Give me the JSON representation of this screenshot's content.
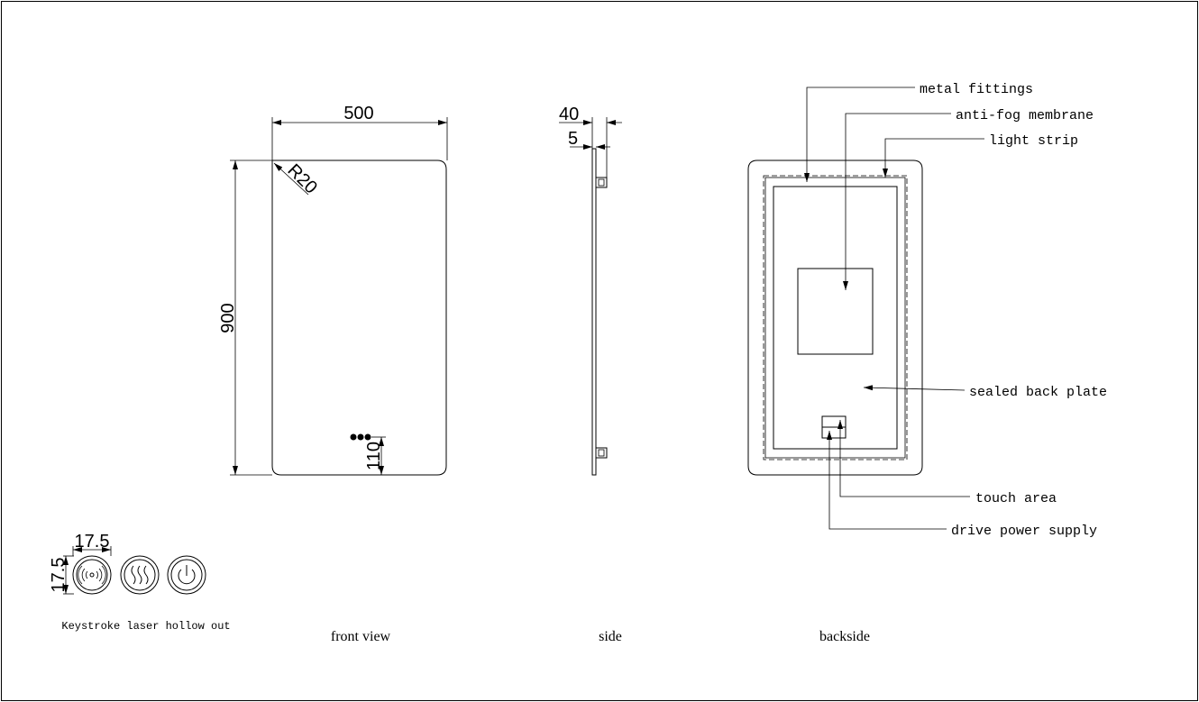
{
  "front_view": {
    "caption": "front view",
    "width_dim": "500",
    "height_dim": "900",
    "radius_dim": "R20",
    "button_offset_dim": "110"
  },
  "side_view": {
    "caption": "side",
    "depth_dim": "40",
    "glass_dim": "5"
  },
  "back_view": {
    "caption": "backside",
    "callouts": {
      "metal_fittings": "metal fittings",
      "anti_fog": "anti-fog membrane",
      "light_strip": "light strip",
      "back_plate": "sealed back plate",
      "touch_area": "touch area",
      "power_supply": "drive power supply"
    }
  },
  "buttons": {
    "caption": "Keystroke laser hollow out",
    "width_dim": "17.5",
    "height_dim": "17.5",
    "icons": [
      "sensor-icon",
      "defog-icon",
      "power-icon"
    ]
  }
}
